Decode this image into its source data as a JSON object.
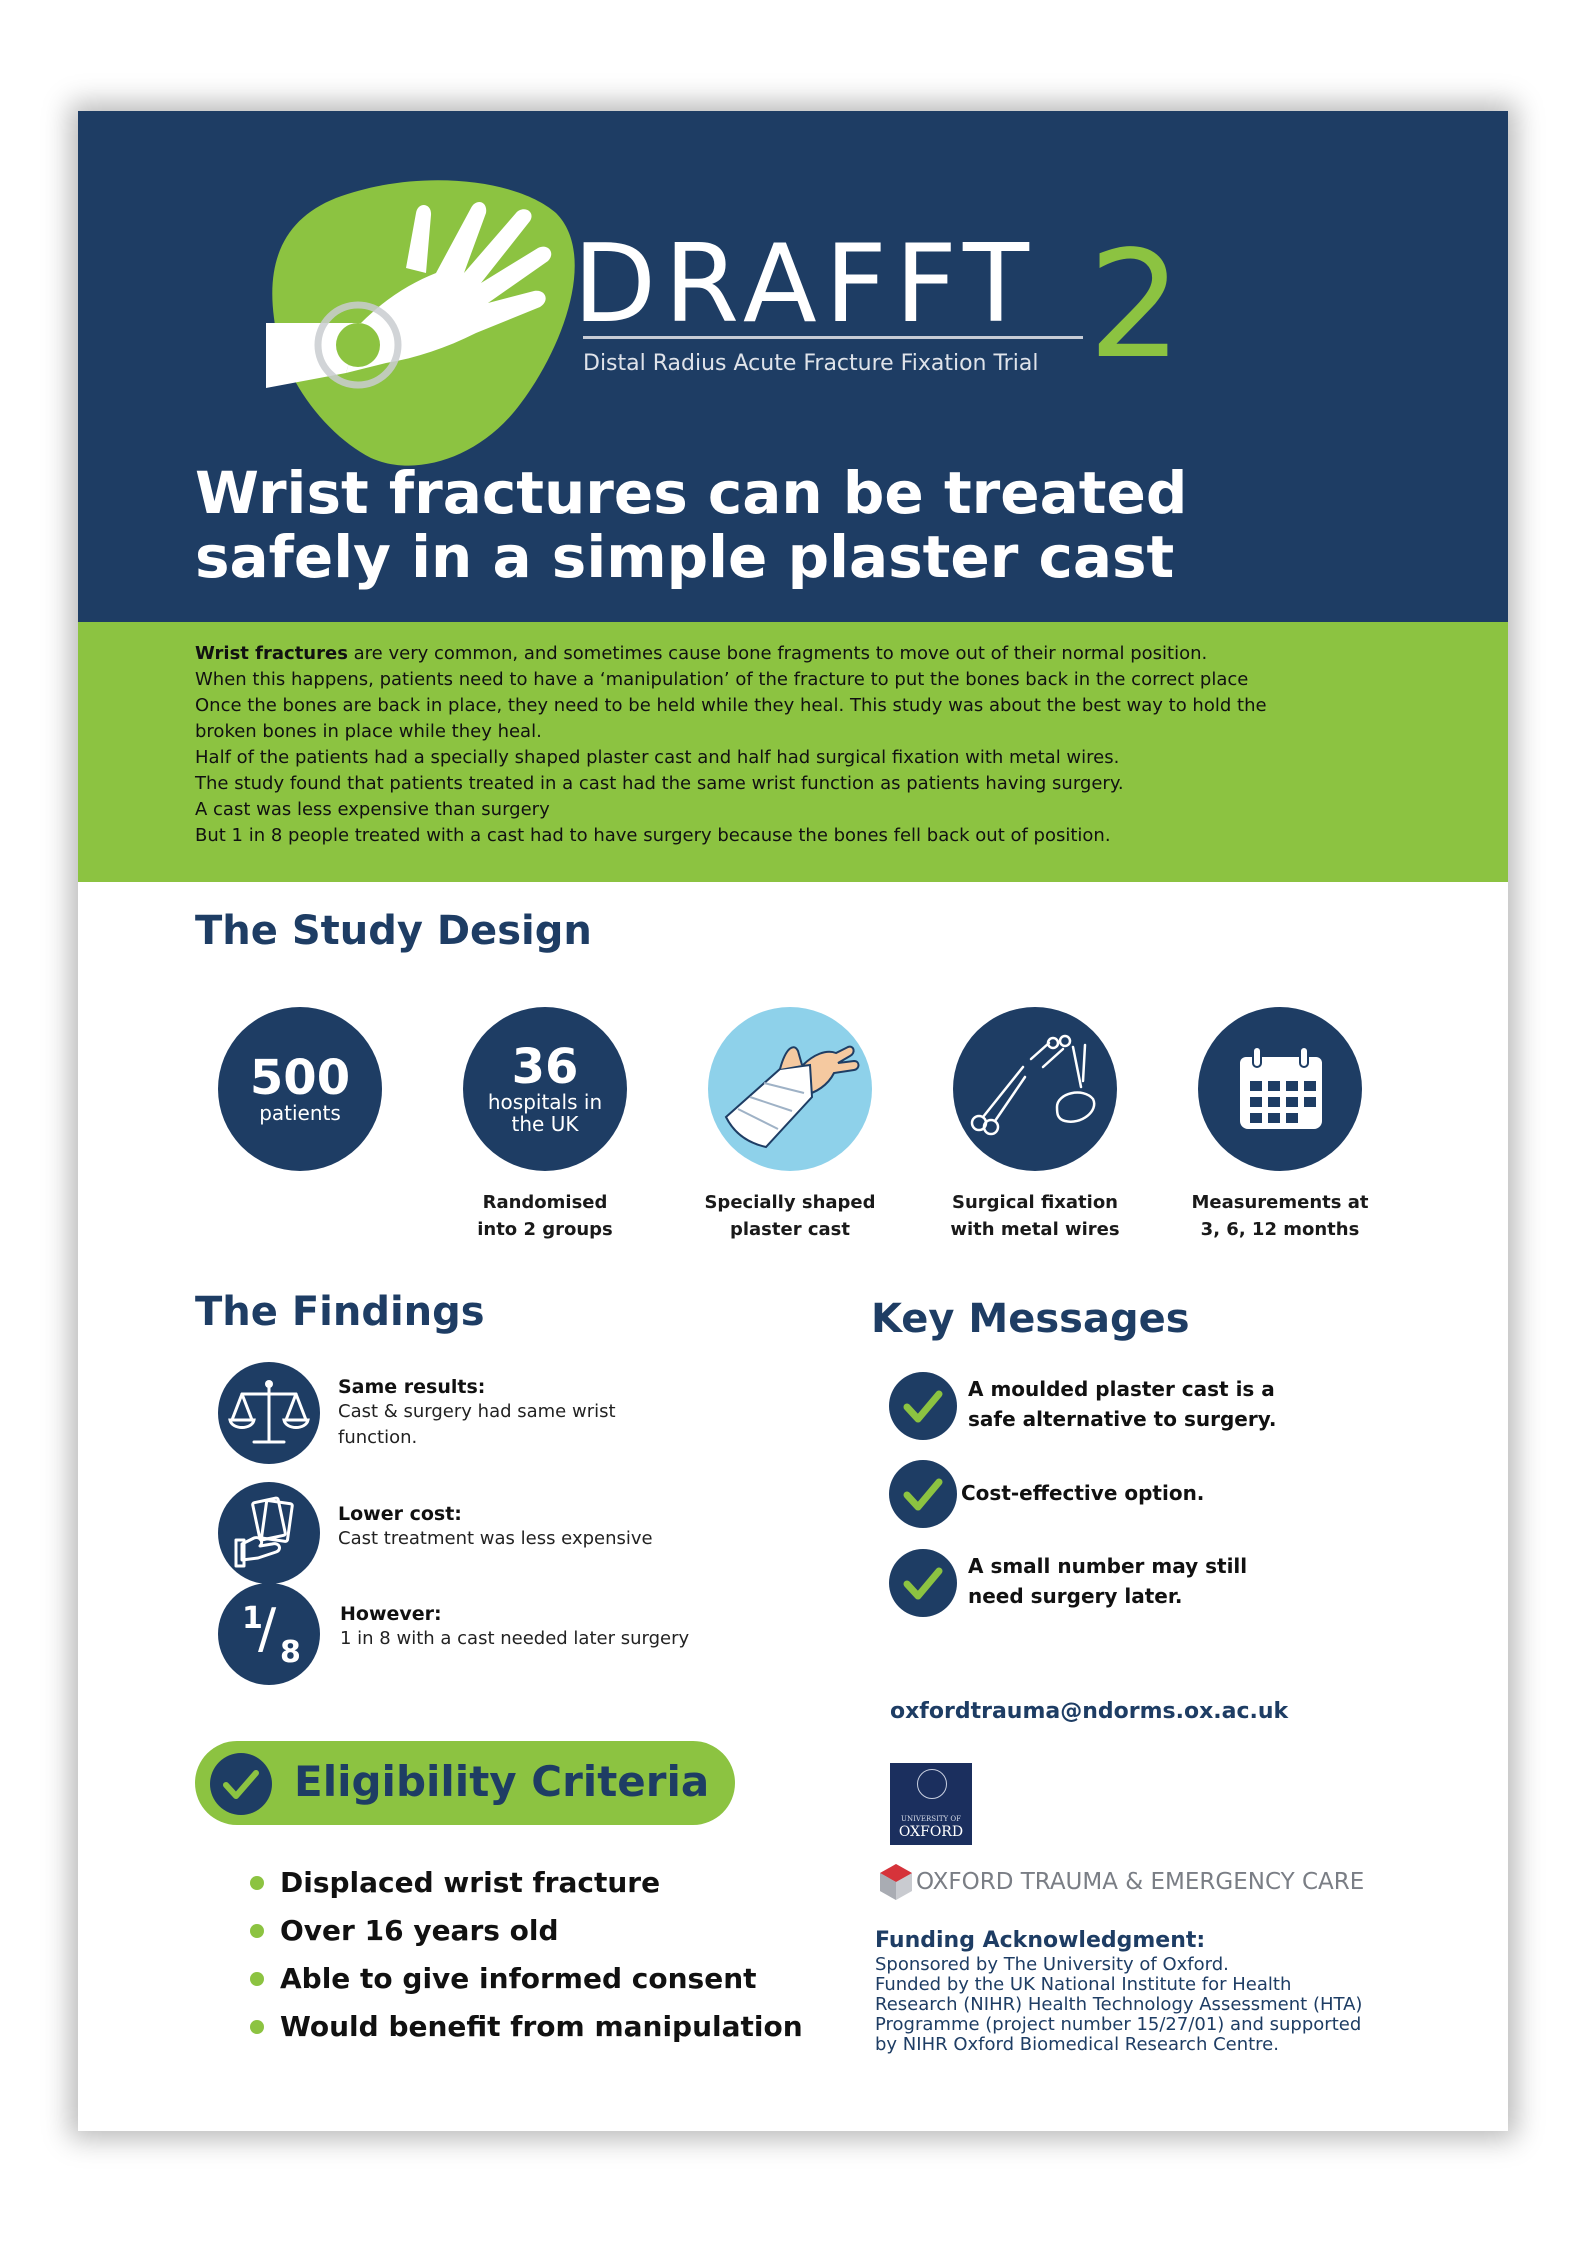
{
  "header": {
    "brand": "DRAFFT",
    "brand_number": "2",
    "brand_subtitle": "Distal Radius Acute Fracture Fixation Trial",
    "headline_line1": "Wrist fractures can be treated",
    "headline_line2": "safely in a simple plaster cast"
  },
  "intro": {
    "line1_bold": "Wrist fractures",
    "line1_rest": " are very common, and sometimes cause bone fragments to move out of their normal position.",
    "line2": "When this happens, patients need to have a ‘manipulation’ of the fracture to put the bones back in the correct place",
    "line3": "Once the bones are back in place, they need to be held while they heal. This study was about the best way to hold the",
    "line4": "broken bones in place while they heal.",
    "line5": "Half of the patients had a specially shaped plaster cast and half had surgical fixation with metal wires.",
    "line6": "The study found that patients treated in a cast had the same wrist function as patients having surgery.",
    "line7": "A cast was less expensive than surgery",
    "line8": "But 1 in 8 people treated with a cast had to have surgery because the bones fell back out of position."
  },
  "study_design": {
    "title": "The Study Design",
    "items": [
      {
        "big": "500",
        "small": "patients",
        "caption1": "",
        "caption2": ""
      },
      {
        "big": "36",
        "small": "hospitals in the UK",
        "caption1": "Randomised",
        "caption2": "into 2 groups"
      },
      {
        "icon": "cast-arm-icon",
        "caption1": "Specially shaped",
        "caption2": "plaster cast"
      },
      {
        "icon": "surgical-tools-icon",
        "caption1": "Surgical fixation",
        "caption2": "with metal wires"
      },
      {
        "icon": "calendar-icon",
        "caption1": "Measurements at",
        "caption2": "3, 6, 12 months"
      }
    ]
  },
  "findings": {
    "title": "The Findings",
    "items": [
      {
        "icon": "scales-icon",
        "title": "Same results:",
        "desc1": "Cast & surgery had same wrist",
        "desc2": "function."
      },
      {
        "icon": "money-hand-icon",
        "title": "Lower cost:",
        "desc1": "Cast treatment was less expensive",
        "desc2": ""
      },
      {
        "icon": "fraction-icon",
        "fraction_num": "1",
        "fraction_den": "8",
        "title": "However:",
        "desc1": "1 in 8 with a cast needed later surgery",
        "desc2": ""
      }
    ]
  },
  "key_messages": {
    "title": "Key Messages",
    "items": [
      {
        "line1": "A moulded plaster cast is a",
        "line2": "safe alternative to surgery."
      },
      {
        "line1": "Cost-effective option.",
        "line2": ""
      },
      {
        "line1": "A small number may still",
        "line2": "need surgery later."
      }
    ]
  },
  "eligibility": {
    "title": "Eligibility Criteria",
    "items": [
      "Displaced wrist fracture",
      "Over 16 years old",
      "Able to give informed consent",
      "Would benefit from manipulation"
    ]
  },
  "contact": {
    "email": "oxfordtrauma@ndorms.ox.ac.uk"
  },
  "logos": {
    "oxford_university": "UNIVERSITY OF",
    "oxford_name": "OXFORD",
    "otec": "OXFORD TRAUMA & EMERGENCY CARE"
  },
  "funding": {
    "title": "Funding Acknowledgment:",
    "line1": "Sponsored by The University of Oxford.",
    "line2": "Funded by the UK National Institute for Health",
    "line3": "Research (NIHR) Health Technology Assessment (HTA)",
    "line4": "Programme (project number 15/27/01) and supported",
    "line5": "by NIHR Oxford Biomedical Research Centre."
  },
  "colors": {
    "navy": "#1e3d64",
    "green": "#8cc341"
  }
}
